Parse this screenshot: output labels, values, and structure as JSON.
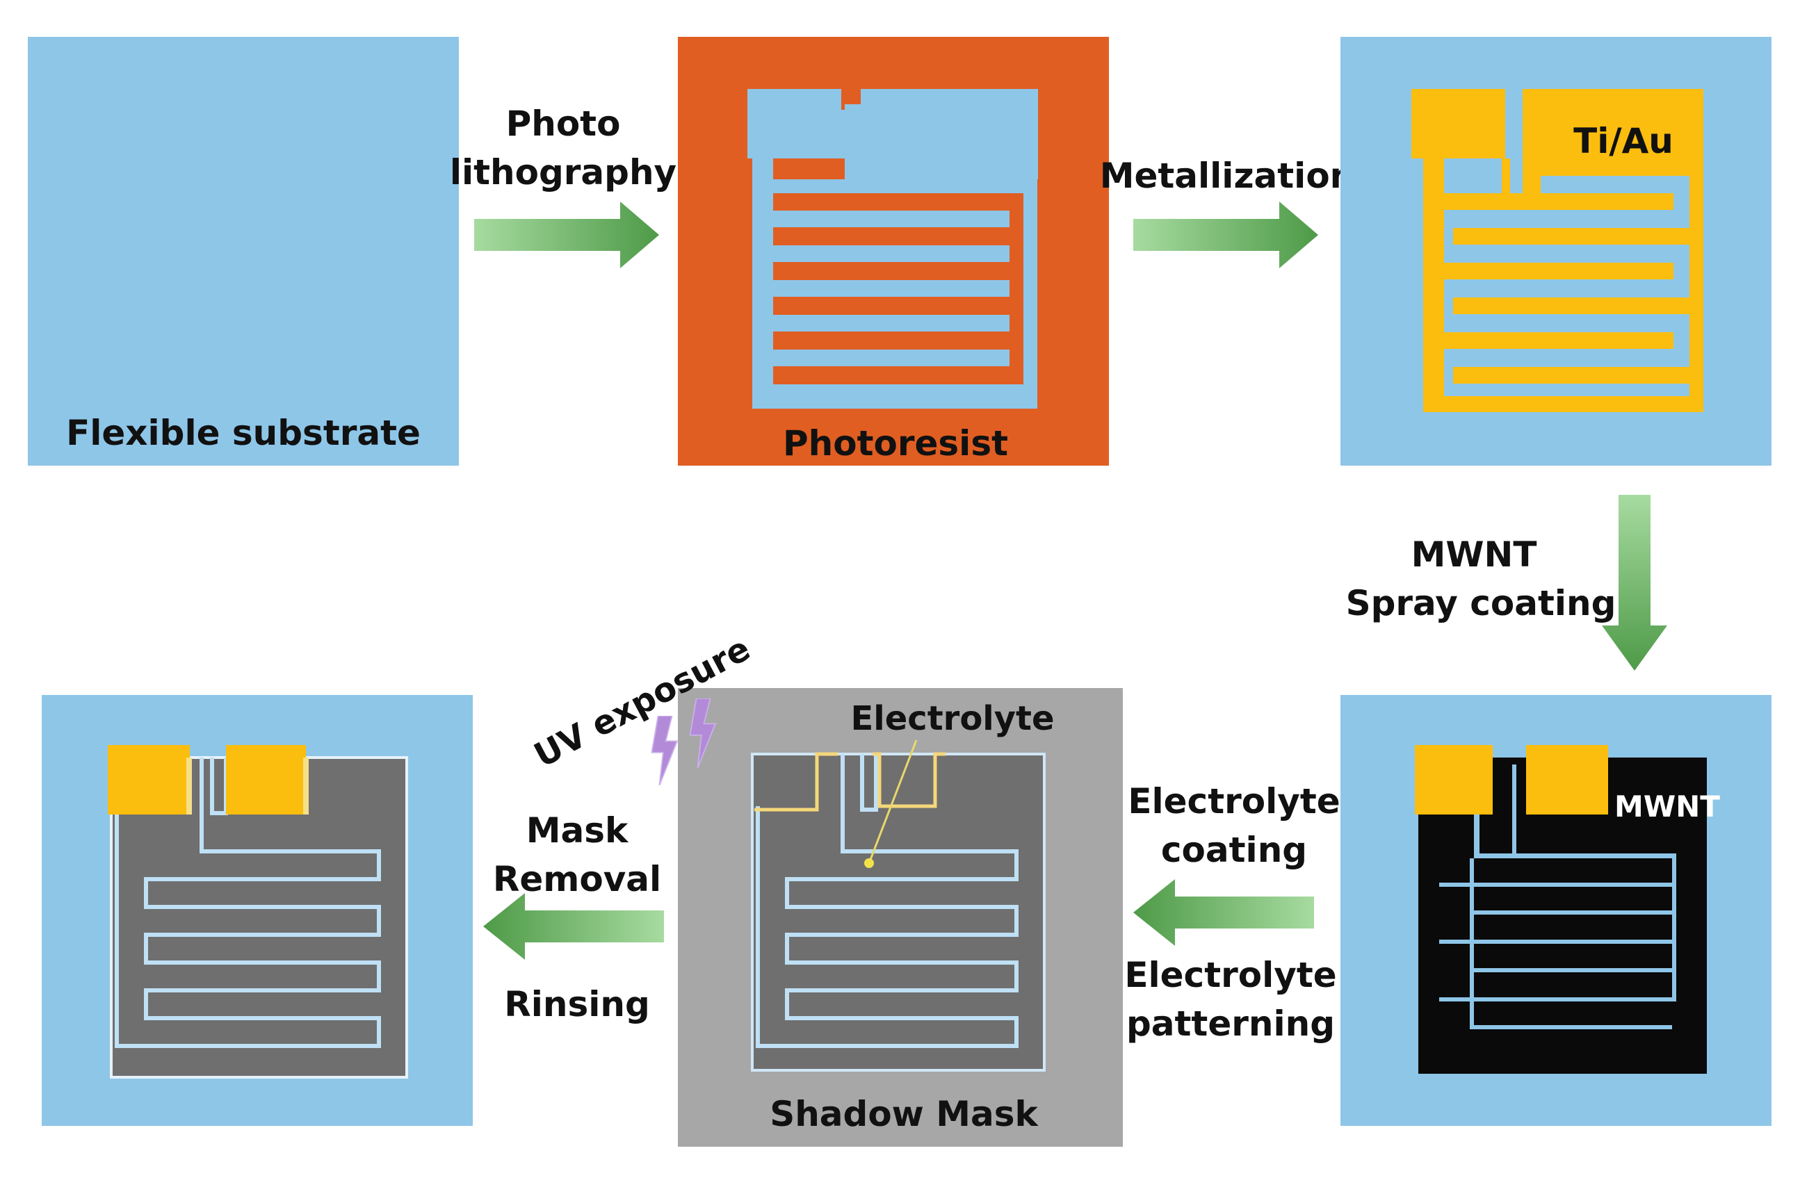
{
  "colors": {
    "substrate": "#8ec6e8",
    "photoresist": "#e05e22",
    "metal": "#fbbd0e",
    "mwnt": "#0a0a0a",
    "electrolyte": "#6f6f6f",
    "mask": "#a7a7a7",
    "arrow_dark": "#4e9a48",
    "arrow_light": "#a7dba0"
  },
  "steps": {
    "substrate_label": "Flexible substrate",
    "photoresist_label": "Photoresist",
    "metal_label": "Ti/Au",
    "mwnt_label": "MWNT",
    "mask_label": "Shadow Mask",
    "electrolyte_label": "Electrolyte"
  },
  "arrows": {
    "photolithography": [
      "Photo",
      "lithography"
    ],
    "metallization": "Metallization",
    "mwnt_spray": [
      "MWNT",
      "Spray coating"
    ],
    "electrolyte_coating": [
      "Electrolyte",
      "coating"
    ],
    "electrolyte_patterning": [
      "Electrolyte",
      "patterning"
    ],
    "mask_removal": [
      "Mask",
      "Removal"
    ],
    "rinsing": "Rinsing",
    "uv_exposure": "UV exposure"
  }
}
